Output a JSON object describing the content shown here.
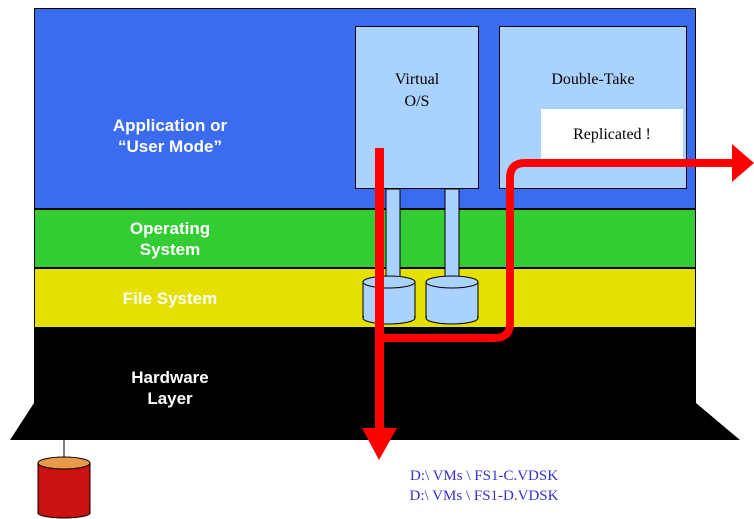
{
  "layers": {
    "application": "Application or\n“User Mode”",
    "operating_system": "Operating\nSystem",
    "file_system": "File System",
    "hardware": "Hardware\nLayer"
  },
  "boxes": {
    "virtual_os": "Virtual\nO/S",
    "double_take": "Double-Take"
  },
  "callout": "Replicated !",
  "paths": [
    "D:\\ VMs \\ FS1-C.VDSK",
    "D:\\ VMs \\ FS1-D.VDSK"
  ],
  "colors": {
    "application_layer": "#3b6cf0",
    "os_layer": "#33cc33",
    "fs_layer": "#e5e000",
    "hardware_layer": "#000000",
    "app_boxes": "#a9d2ff",
    "arrows": "#ff0000",
    "disk": "#cc1111",
    "path_text": "#3333cc"
  }
}
